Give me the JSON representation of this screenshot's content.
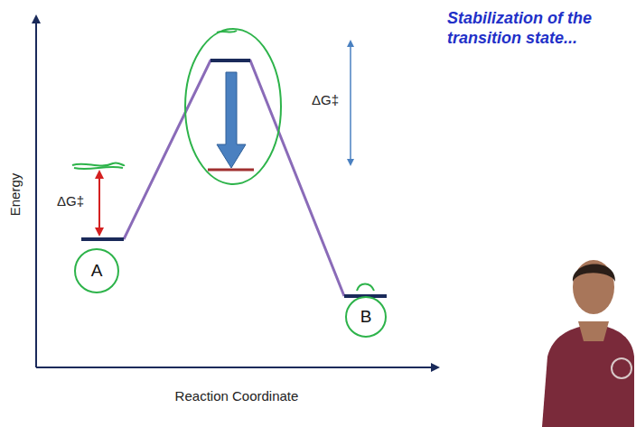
{
  "diagram": {
    "title": "Stabilization of the transition state...",
    "nodes": [
      {
        "text": [
          "A"
        ]
      },
      {
        "text": [
          "B"
        ]
      }
    ],
    "labels": [
      "Energy",
      "ΔG‡",
      "ΔG‡",
      "Reaction Coordinate"
    ]
  }
}
